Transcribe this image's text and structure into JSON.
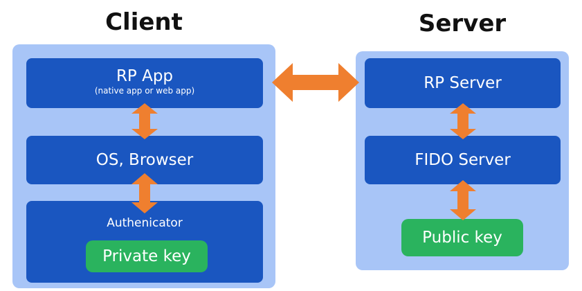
{
  "client": {
    "title": "Client",
    "rp_app": {
      "label": "RP App",
      "sublabel": "(native app or web app)"
    },
    "os_browser": {
      "label": "OS, Browser"
    },
    "authenticator": {
      "label": "Authenicator",
      "private_key": "Private key"
    }
  },
  "server": {
    "title": "Server",
    "rp_server": {
      "label": "RP Server"
    },
    "fido_server": {
      "label": "FIDO Server"
    },
    "public_key": "Public key"
  },
  "colors": {
    "panel": "#a8c5f7",
    "box": "#1a56c0",
    "key": "#2ab35e",
    "arrow": "#ef7f2f"
  }
}
